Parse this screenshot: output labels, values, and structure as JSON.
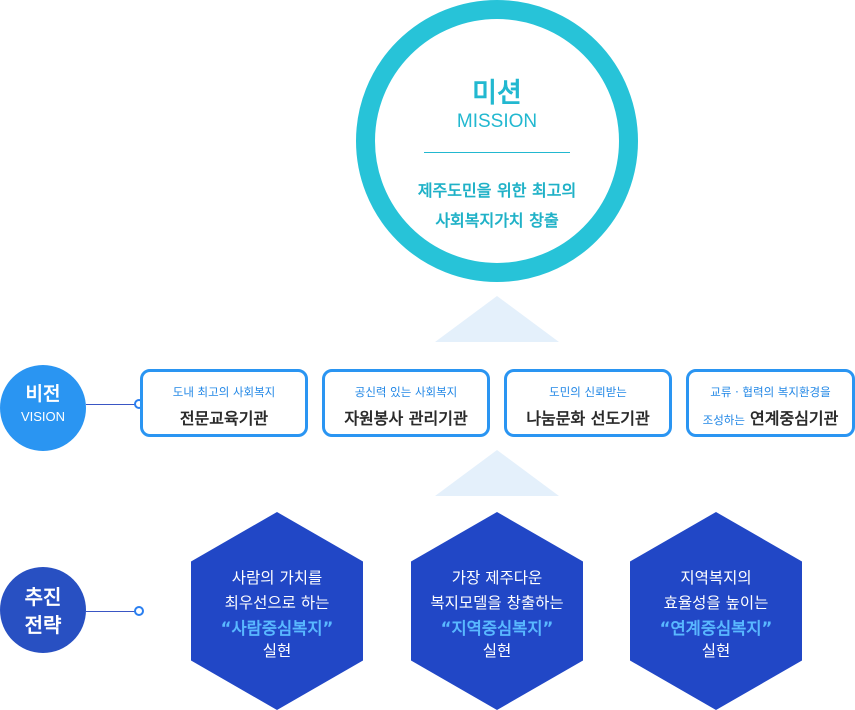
{
  "mission": {
    "title": "미션",
    "subtitle": "MISSION",
    "line1": "제주도민을 위한 최고의",
    "line2": "사회복지가치 창출"
  },
  "vision": {
    "label": "비전",
    "label_en": "VISION",
    "items": [
      {
        "small": "도내 최고의 사회복지",
        "big": "전문교육기관"
      },
      {
        "small": "공신력 있는 사회복지",
        "big": "자원봉사 관리기관"
      },
      {
        "small": "도민의 신뢰받는",
        "big": "나눔문화 선도기관"
      },
      {
        "small": "교류 · 협력의 복지환경을",
        "small2": "조성하는",
        "big": "연계중심기관"
      }
    ]
  },
  "strategy": {
    "label_line1": "추진",
    "label_line2": "전략",
    "items": [
      {
        "line1": "사람의 가치를",
        "line2": "최우선으로 하는",
        "quote": "“사람중심복지”",
        "end": "실현"
      },
      {
        "line1": "가장 제주다운",
        "line2": "복지모델을 창출하는",
        "quote": "“지역중심복지”",
        "end": "실현"
      },
      {
        "line1": "지역복지의",
        "line2": "효율성을 높이는",
        "quote": "“연계중심복지”",
        "end": "실현"
      }
    ]
  },
  "colors": {
    "mission_ring": "#27c3d8",
    "vision_blue": "#2a95f2",
    "strategy_navy": "#2147c6",
    "quote_blue": "#59b8ff"
  }
}
